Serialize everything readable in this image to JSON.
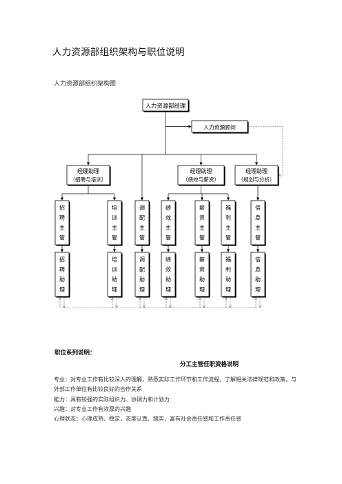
{
  "document": {
    "title": "人力资源部组织架构与职位说明",
    "chart_caption": "人力资源部组织架构图",
    "section_label": "职位系列说明：",
    "section_heading": "分工主管任职资格说明"
  },
  "org_chart": {
    "root": "人力资源部经理",
    "advisor": "人力资源顾问",
    "assistants": [
      {
        "title": "经理助理",
        "scope": "（招聘与培训）"
      },
      {
        "title": "经理助理",
        "scope": "（绩效与薪资）"
      },
      {
        "title": "经理助理",
        "scope": "（规划与分析）"
      }
    ],
    "supervisors": [
      "招聘主管",
      "培训主管",
      "调配主管",
      "绩效主管",
      "薪资主管",
      "福利主管",
      "信息主管"
    ],
    "assistants_staff": [
      "招聘助理",
      "培训助理",
      "调配助理",
      "绩效助理",
      "薪资助理",
      "福利助理",
      "信息助理"
    ]
  },
  "requirements": [
    "专业：对专业工作有比较深入的理解，熟悉实际工作环节和工作流程，了解相关法律规范和政策，与外部工作单位有比较良好的合作关系",
    "能力：具有较强的实际组织力、协调力和计划力",
    "兴趣：对专业工作有浓厚的兴趣",
    "心理状态：心理成熟、稳定，态度认真、踏实，富有社会责任感和工作责任感"
  ]
}
